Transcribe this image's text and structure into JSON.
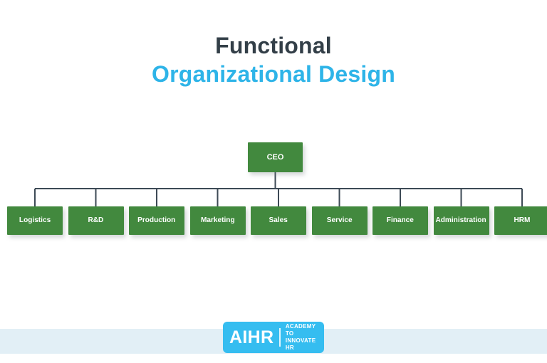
{
  "slide": {
    "background_color": "#ffffff",
    "title": {
      "line1": "Functional",
      "line2": "Organizational Design",
      "line1_color": "#333f48",
      "line2_color": "#2eb4e8"
    }
  },
  "chart_data": {
    "type": "diagram",
    "subtype": "organizational-chart",
    "title": "Functional Organizational Design",
    "orientation": "top-down",
    "levels": 2,
    "node_fill_color": "#42893e",
    "node_text_color": "#ffffff",
    "connector_color": "#3d4a56",
    "root": {
      "id": "ceo",
      "label": "CEO",
      "level": 0
    },
    "children": [
      {
        "id": "logistics",
        "label": "Logistics",
        "level": 1,
        "parent": "ceo"
      },
      {
        "id": "rnd",
        "label": "R&D",
        "level": 1,
        "parent": "ceo"
      },
      {
        "id": "production",
        "label": "Production",
        "level": 1,
        "parent": "ceo"
      },
      {
        "id": "marketing",
        "label": "Marketing",
        "level": 1,
        "parent": "ceo"
      },
      {
        "id": "sales",
        "label": "Sales",
        "level": 1,
        "parent": "ceo"
      },
      {
        "id": "service",
        "label": "Service",
        "level": 1,
        "parent": "ceo"
      },
      {
        "id": "finance",
        "label": "Finance",
        "level": 1,
        "parent": "ceo"
      },
      {
        "id": "administration",
        "label": "Administration",
        "level": 1,
        "parent": "ceo"
      },
      {
        "id": "hrm",
        "label": "HRM",
        "level": 1,
        "parent": "ceo"
      }
    ]
  },
  "footer": {
    "band_color": "#e2eff6",
    "logo": {
      "brand": "AIHR",
      "tagline_line1": "ACADEMY TO",
      "tagline_line2": "INNOVATE HR",
      "background_color": "#35bdf0"
    }
  }
}
